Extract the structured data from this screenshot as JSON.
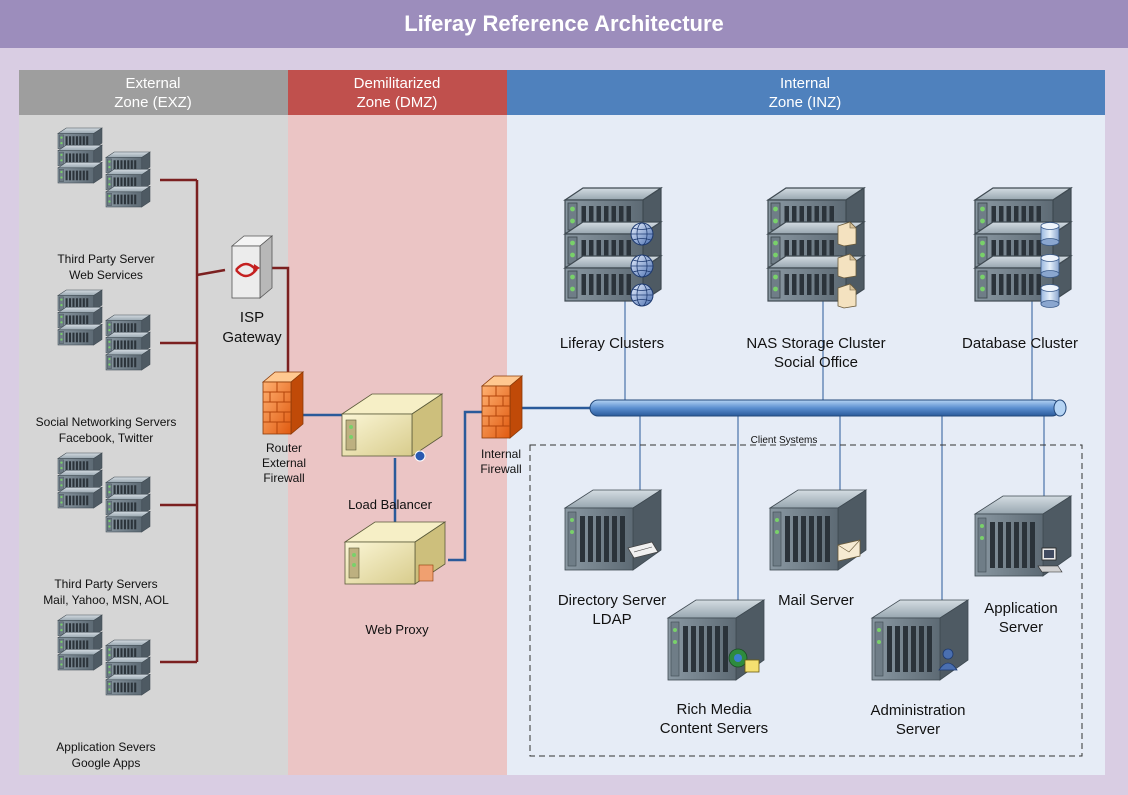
{
  "title": "Liferay Reference Architecture",
  "zones": {
    "external": {
      "line1": "External",
      "line2": "Zone (EXZ)"
    },
    "dmz": {
      "line1": "Demilitarized",
      "line2": "Zone (DMZ)"
    },
    "internal": {
      "line1": "Internal",
      "line2": "Zone (INZ)"
    }
  },
  "external_servers": [
    {
      "line1": "Third Party Server",
      "line2": "Web Services"
    },
    {
      "line1": "Social Networking Servers",
      "line2": "Facebook, Twitter"
    },
    {
      "line1": "Third Party Servers",
      "line2": "Mail, Yahoo, MSN, AOL"
    },
    {
      "line1": "Application Severs",
      "line2": "Google Apps"
    }
  ],
  "isp_gateway": {
    "line1": "ISP",
    "line2": "Gateway"
  },
  "router_firewall": {
    "line1": "Router",
    "line2": "External",
    "line3": "Firewall"
  },
  "load_balancer": "Load Balancer",
  "web_proxy": "Web Proxy",
  "internal_firewall": {
    "line1": "Internal",
    "line2": "Firewall"
  },
  "clusters": {
    "liferay": "Liferay Clusters",
    "nas_line1": "NAS Storage Cluster",
    "nas_line2": "Social Office",
    "database": "Database Cluster"
  },
  "client_systems": {
    "title": "Client Systems",
    "directory": {
      "line1": "Directory Server",
      "line2": "LDAP"
    },
    "mail": "Mail Server",
    "application": {
      "line1": "Application",
      "line2": "Server"
    },
    "rich_media": {
      "line1": "Rich Media",
      "line2": "Content Servers"
    },
    "administration": {
      "line1": "Administration",
      "line2": "Server"
    }
  },
  "colors": {
    "title_bar": "#9c8dbc",
    "external_header": "#9e9e9e",
    "dmz_header": "#c0504d",
    "internal_header": "#4f81bd",
    "external_bg": "#d6d6d6",
    "dmz_bg": "#ebc5c5",
    "internal_bg": "#e6ecf6",
    "link_red": "#7b2020",
    "link_blue": "#2a5a9a"
  }
}
